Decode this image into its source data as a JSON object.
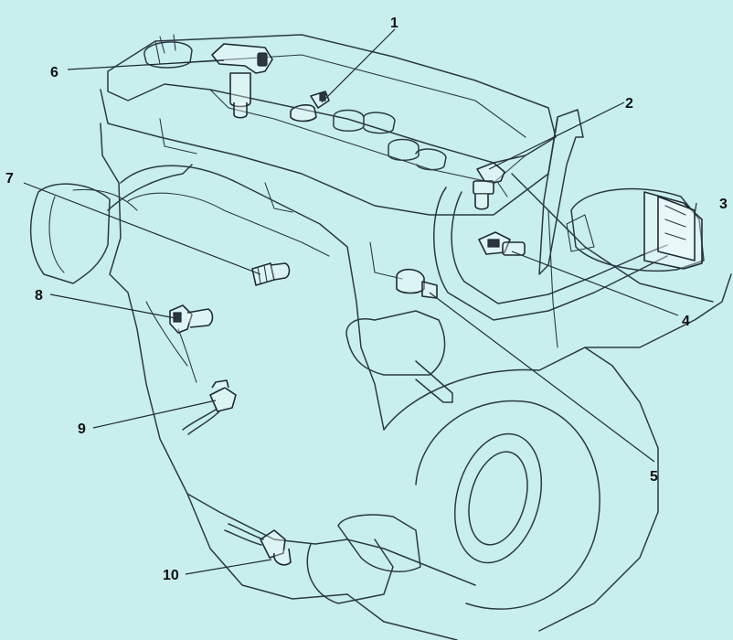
{
  "callouts": [
    {
      "id": "1",
      "text": "1"
    },
    {
      "id": "2",
      "text": "2"
    },
    {
      "id": "3",
      "text": "3"
    },
    {
      "id": "4",
      "text": "4"
    },
    {
      "id": "5",
      "text": "5"
    },
    {
      "id": "6",
      "text": "6"
    },
    {
      "id": "7",
      "text": "7"
    },
    {
      "id": "8",
      "text": "8"
    },
    {
      "id": "9",
      "text": "9"
    },
    {
      "id": "10",
      "text": "10"
    }
  ],
  "colors": {
    "background": "#c9eeee",
    "line": "#2a3a44"
  }
}
